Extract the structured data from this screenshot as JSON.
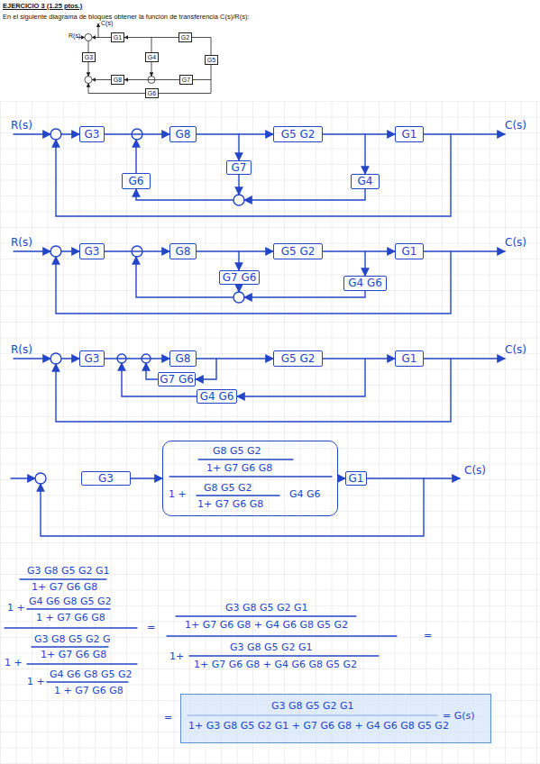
{
  "diagram": {
    "title": "EJERCICIO 3 (1.25 ptos.)",
    "nodes": [
      {
        "text": [
          "G1"
        ]
      },
      {
        "text": [
          "G2"
        ]
      },
      {
        "text": [
          "G3"
        ]
      },
      {
        "text": [
          "G4"
        ]
      },
      {
        "text": [
          "G5"
        ]
      },
      {
        "text": [
          "G8"
        ]
      },
      {
        "text": [
          "G7"
        ]
      },
      {
        "text": [
          "G6"
        ]
      },
      {
        "text": [
          "G3"
        ]
      },
      {
        "text": [
          "G8"
        ]
      },
      {
        "text": [
          "G5 G2"
        ]
      },
      {
        "text": [
          "G1"
        ]
      },
      {
        "text": [
          "G7"
        ]
      },
      {
        "text": [
          "G6"
        ]
      },
      {
        "text": [
          "G4"
        ]
      },
      {
        "text": [
          "G3"
        ]
      },
      {
        "text": [
          "G8"
        ]
      },
      {
        "text": [
          "G5 G2"
        ]
      },
      {
        "text": [
          "G1"
        ]
      },
      {
        "text": [
          "G7 G6"
        ]
      },
      {
        "text": [
          "G4 G6"
        ]
      },
      {
        "text": [
          "G3"
        ]
      },
      {
        "text": [
          "G8"
        ]
      },
      {
        "text": [
          "G5 G2"
        ]
      },
      {
        "text": [
          "G1"
        ]
      },
      {
        "text": [
          "G7 G6"
        ]
      },
      {
        "text": [
          "G4 G6"
        ]
      },
      {
        "text": [
          "G3"
        ]
      },
      {
        "text": [
          "G8 G5 G2",
          "1+ G7 G6 G8",
          "1 +",
          "G8 G5 G2",
          "1+ G7 G6 G8",
          "G4 G6"
        ]
      },
      {
        "text": [
          "G1"
        ]
      },
      {
        "text": [
          "G3 G8 G5 G2 G1",
          "1+ G3 G8 G5 G2 G1 + G7 G6 G8 + G4 G6 G8 G5 G2",
          "= G(s)"
        ]
      }
    ],
    "edges": [
      {
        "from": 1,
        "to": 0,
        "arrow": "to"
      },
      {
        "from": 6,
        "to": 5,
        "arrow": "to"
      },
      {
        "from": 8,
        "to": 9,
        "arrow": "to"
      },
      {
        "from": 9,
        "to": 10,
        "arrow": "to"
      },
      {
        "from": 10,
        "to": 11,
        "arrow": "to"
      },
      {
        "from": 15,
        "to": 16,
        "arrow": "to"
      },
      {
        "from": 16,
        "to": 17,
        "arrow": "to"
      },
      {
        "from": 17,
        "to": 18,
        "arrow": "to"
      },
      {
        "from": 21,
        "to": 22,
        "arrow": "to"
      },
      {
        "from": 22,
        "to": 23,
        "arrow": "to"
      },
      {
        "from": 23,
        "to": 24,
        "arrow": "to"
      },
      {
        "from": 27,
        "to": 28,
        "arrow": "to"
      },
      {
        "from": 28,
        "to": 29,
        "arrow": "to"
      }
    ],
    "labels": [
      "En el siguiente diagrama de bloques obtener la función de transferencia C(s)/R(s):",
      "R(s)",
      "C(s)",
      "R(s)",
      "C(s)",
      "R(s)",
      "C(s)",
      "R(s)",
      "C(s)",
      "C(s)",
      "G3 G8 G5 G2 G1",
      "1+ G7 G6 G8",
      "1 +",
      "G4 G6 G8 G5 G2",
      "1 + G7 G6 G8",
      "1 +",
      "G3 G8 G5 G2 G",
      "1+ G7 G6 G8",
      "1 +",
      "G4 G6 G8 G5 G2",
      "1 + G7 G6 G8",
      "=",
      "G3 G8 G5 G2 G1",
      "1+ G7 G6 G8 + G4 G6 G8 G5 G2",
      "1+",
      "G3 G8 G5 G2 G1",
      "1+ G7 G6 G8 + G4 G6 G8 G5 G2",
      "=",
      "="
    ]
  }
}
